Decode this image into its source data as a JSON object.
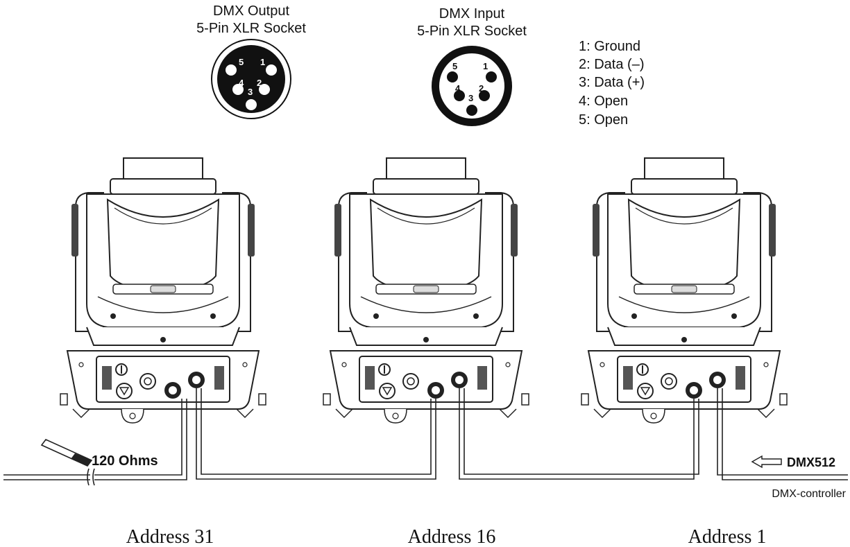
{
  "connectors": {
    "output": {
      "title_line1": "DMX Output",
      "title_line2": "5-Pin XLR Socket",
      "pins": [
        "1",
        "2",
        "3",
        "4",
        "5"
      ]
    },
    "input": {
      "title_line1": "DMX Input",
      "title_line2": "5-Pin XLR Socket",
      "pins": [
        "1",
        "2",
        "3",
        "4",
        "5"
      ]
    }
  },
  "pinout": [
    "1: Ground",
    "2: Data (–)",
    "3: Data (+)",
    "4: Open",
    "5: Open"
  ],
  "terminator": {
    "label": "120 Ohms"
  },
  "controller": {
    "signal": "DMX512",
    "label": "DMX-controller"
  },
  "fixtures": [
    {
      "address": "Address 31"
    },
    {
      "address": "Address 16"
    },
    {
      "address": "Address 1"
    }
  ]
}
